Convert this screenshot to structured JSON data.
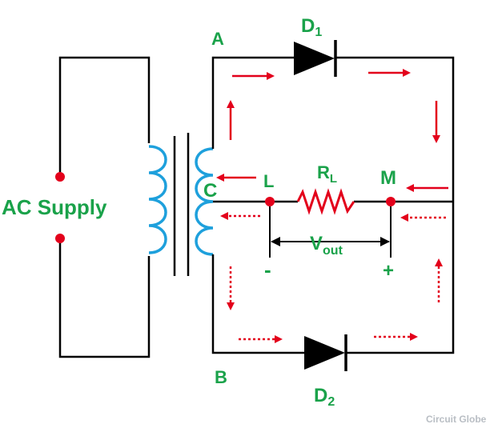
{
  "labels": {
    "ac_supply": "AC Supply",
    "node_a": "A",
    "node_b": "B",
    "node_c": "C",
    "node_l": "L",
    "node_m": "M",
    "d1_main": "D",
    "d1_sub": "1",
    "d2_main": "D",
    "d2_sub": "2",
    "rl_main": "R",
    "rl_sub": "L",
    "vout_main": "V",
    "vout_sub": "out",
    "minus": "-",
    "plus": "+"
  },
  "watermark": "Circuit Globe",
  "colors": {
    "wire": "#000000",
    "coil": "#1ea0dc",
    "label": "#1aa24a",
    "arrow": "#e3001b",
    "resistor": "#e3001b",
    "node": "#e3001b"
  }
}
